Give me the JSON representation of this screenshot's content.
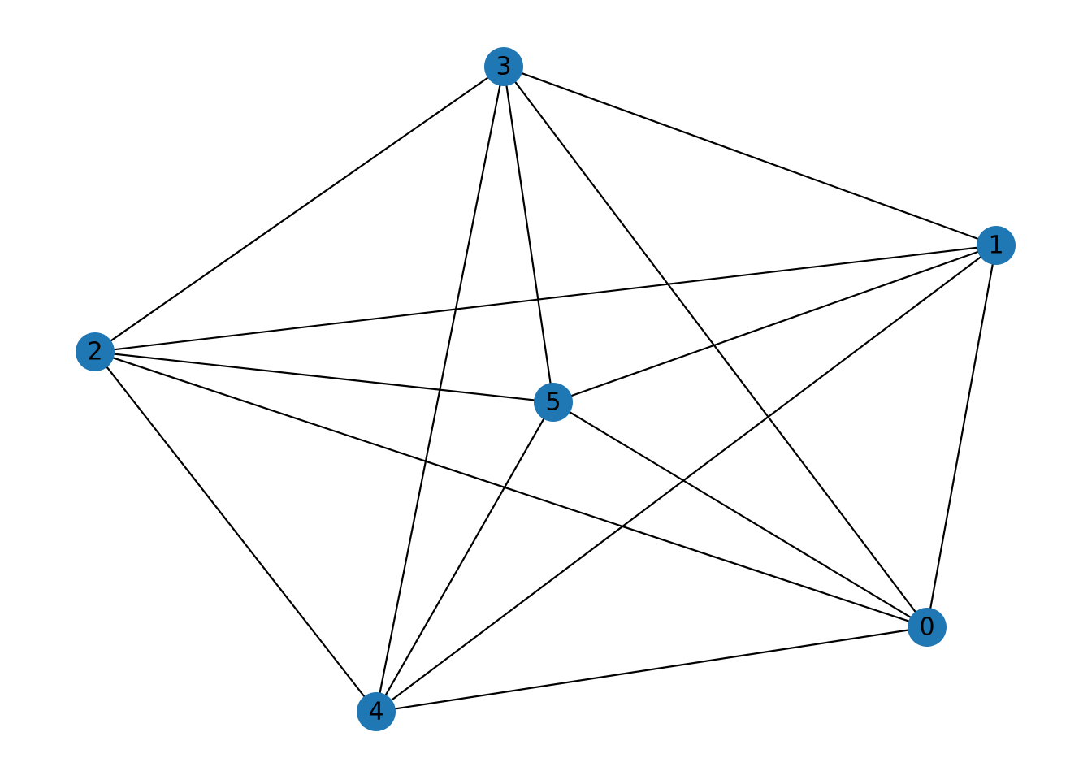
{
  "graph": {
    "node_color": "#1f77b4",
    "edge_color": "#000000",
    "label_color": "#000000",
    "nodes": [
      {
        "id": "0",
        "label": "0"
      },
      {
        "id": "1",
        "label": "1"
      },
      {
        "id": "2",
        "label": "2"
      },
      {
        "id": "3",
        "label": "3"
      },
      {
        "id": "4",
        "label": "4"
      },
      {
        "id": "5",
        "label": "5"
      }
    ],
    "edges": [
      [
        "3",
        "1"
      ],
      [
        "3",
        "2"
      ],
      [
        "3",
        "4"
      ],
      [
        "3",
        "5"
      ],
      [
        "3",
        "0"
      ],
      [
        "1",
        "2"
      ],
      [
        "1",
        "5"
      ],
      [
        "1",
        "4"
      ],
      [
        "1",
        "0"
      ],
      [
        "2",
        "5"
      ],
      [
        "2",
        "0"
      ],
      [
        "2",
        "4"
      ],
      [
        "5",
        "4"
      ],
      [
        "5",
        "0"
      ],
      [
        "4",
        "0"
      ]
    ]
  }
}
